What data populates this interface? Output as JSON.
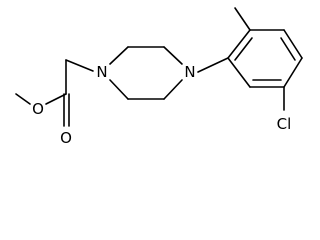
{
  "structure": {
    "atoms": {
      "ester_o_single": "O",
      "ester_o_double": "O",
      "piperazine_n_left": "N",
      "piperazine_n_right": "N",
      "chlorine": "Cl"
    }
  }
}
